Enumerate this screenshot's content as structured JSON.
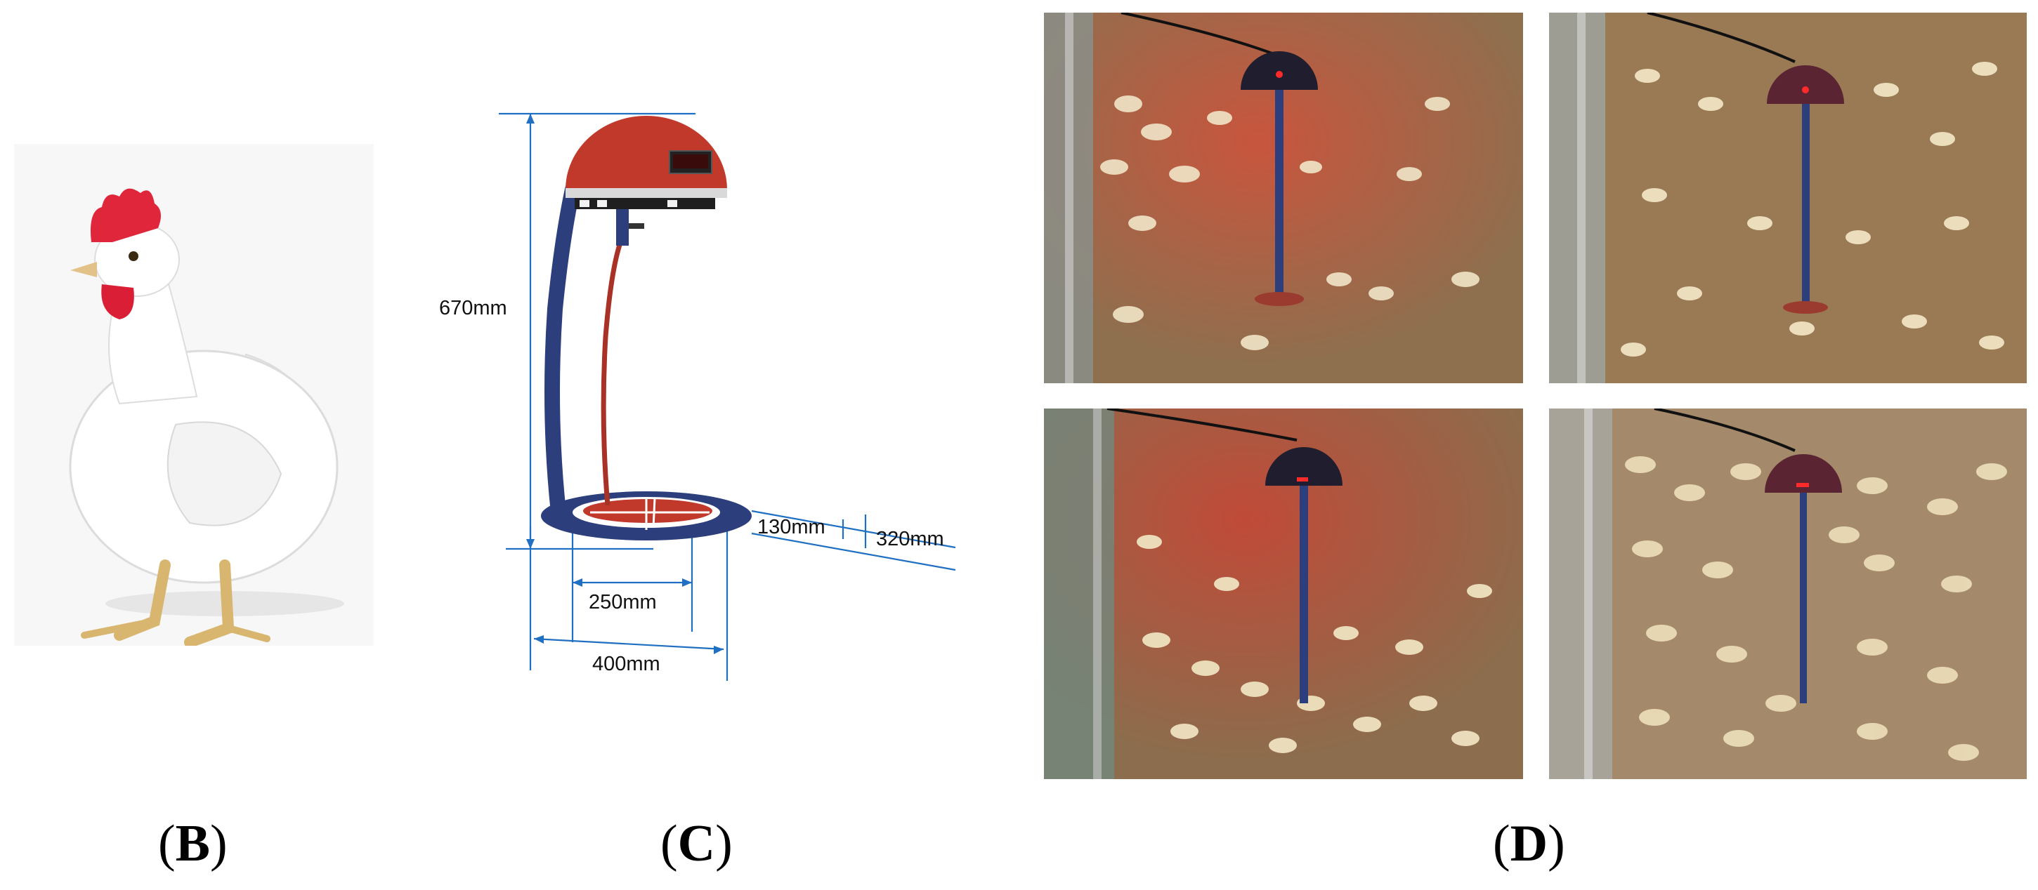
{
  "panels": {
    "b": {
      "label": "B"
    },
    "c": {
      "label": "C"
    },
    "d": {
      "label": "D"
    }
  },
  "dimensions": {
    "height_total": "670mm",
    "base_thickness": "130mm",
    "base_offset": "320mm",
    "inner_diameter": "250mm",
    "outer_diameter": "400mm"
  },
  "colors": {
    "dome_red": "#c0392b",
    "stand_blue": "#2c3f7c",
    "cable_red": "#a93226",
    "dimension_blue": "#1f6fc2",
    "floor_brown": "#9a7a55"
  },
  "icons": {
    "chicken": "broiler-chicken-illustration",
    "device": "heat-lamp-stand-drawing"
  }
}
